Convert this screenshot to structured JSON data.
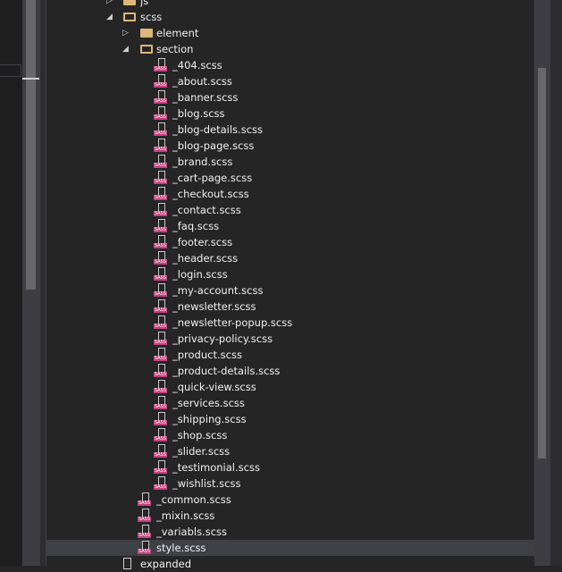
{
  "tree": [
    {
      "label": "js",
      "type": "folder",
      "depth": 0,
      "expanded": false
    },
    {
      "label": "scss",
      "type": "folder",
      "depth": 0,
      "expanded": true
    },
    {
      "label": "element",
      "type": "folder",
      "depth": 1,
      "expanded": false
    },
    {
      "label": "section",
      "type": "folder",
      "depth": 1,
      "expanded": true
    },
    {
      "label": "_404.scss",
      "type": "sass",
      "depth": 2
    },
    {
      "label": "_about.scss",
      "type": "sass",
      "depth": 2
    },
    {
      "label": "_banner.scss",
      "type": "sass",
      "depth": 2
    },
    {
      "label": "_blog.scss",
      "type": "sass",
      "depth": 2
    },
    {
      "label": "_blog-details.scss",
      "type": "sass",
      "depth": 2
    },
    {
      "label": "_blog-page.scss",
      "type": "sass",
      "depth": 2
    },
    {
      "label": "_brand.scss",
      "type": "sass",
      "depth": 2
    },
    {
      "label": "_cart-page.scss",
      "type": "sass",
      "depth": 2
    },
    {
      "label": "_checkout.scss",
      "type": "sass",
      "depth": 2
    },
    {
      "label": "_contact.scss",
      "type": "sass",
      "depth": 2
    },
    {
      "label": "_faq.scss",
      "type": "sass",
      "depth": 2
    },
    {
      "label": "_footer.scss",
      "type": "sass",
      "depth": 2
    },
    {
      "label": "_header.scss",
      "type": "sass",
      "depth": 2
    },
    {
      "label": "_login.scss",
      "type": "sass",
      "depth": 2
    },
    {
      "label": "_my-account.scss",
      "type": "sass",
      "depth": 2
    },
    {
      "label": "_newsletter.scss",
      "type": "sass",
      "depth": 2
    },
    {
      "label": "_newsletter-popup.scss",
      "type": "sass",
      "depth": 2
    },
    {
      "label": "_privacy-policy.scss",
      "type": "sass",
      "depth": 2
    },
    {
      "label": "_product.scss",
      "type": "sass",
      "depth": 2
    },
    {
      "label": "_product-details.scss",
      "type": "sass",
      "depth": 2
    },
    {
      "label": "_quick-view.scss",
      "type": "sass",
      "depth": 2
    },
    {
      "label": "_services.scss",
      "type": "sass",
      "depth": 2
    },
    {
      "label": "_shipping.scss",
      "type": "sass",
      "depth": 2
    },
    {
      "label": "_shop.scss",
      "type": "sass",
      "depth": 2
    },
    {
      "label": "_slider.scss",
      "type": "sass",
      "depth": 2
    },
    {
      "label": "_testimonial.scss",
      "type": "sass",
      "depth": 2
    },
    {
      "label": "_wishlist.scss",
      "type": "sass",
      "depth": 2
    },
    {
      "label": "_common.scss",
      "type": "sass",
      "depth": 1
    },
    {
      "label": "_mixin.scss",
      "type": "sass",
      "depth": 1
    },
    {
      "label": "_variabls.scss",
      "type": "sass",
      "depth": 1
    },
    {
      "label": "style.scss",
      "type": "sass",
      "depth": 1,
      "selected": true
    },
    {
      "label": "expanded",
      "type": "file",
      "depth": 0
    }
  ],
  "icon_label": "SASS",
  "colors": {
    "folder": "#dcb67a",
    "sass": "#c2417f",
    "selected": "#3f3f46",
    "background": "#252526"
  }
}
